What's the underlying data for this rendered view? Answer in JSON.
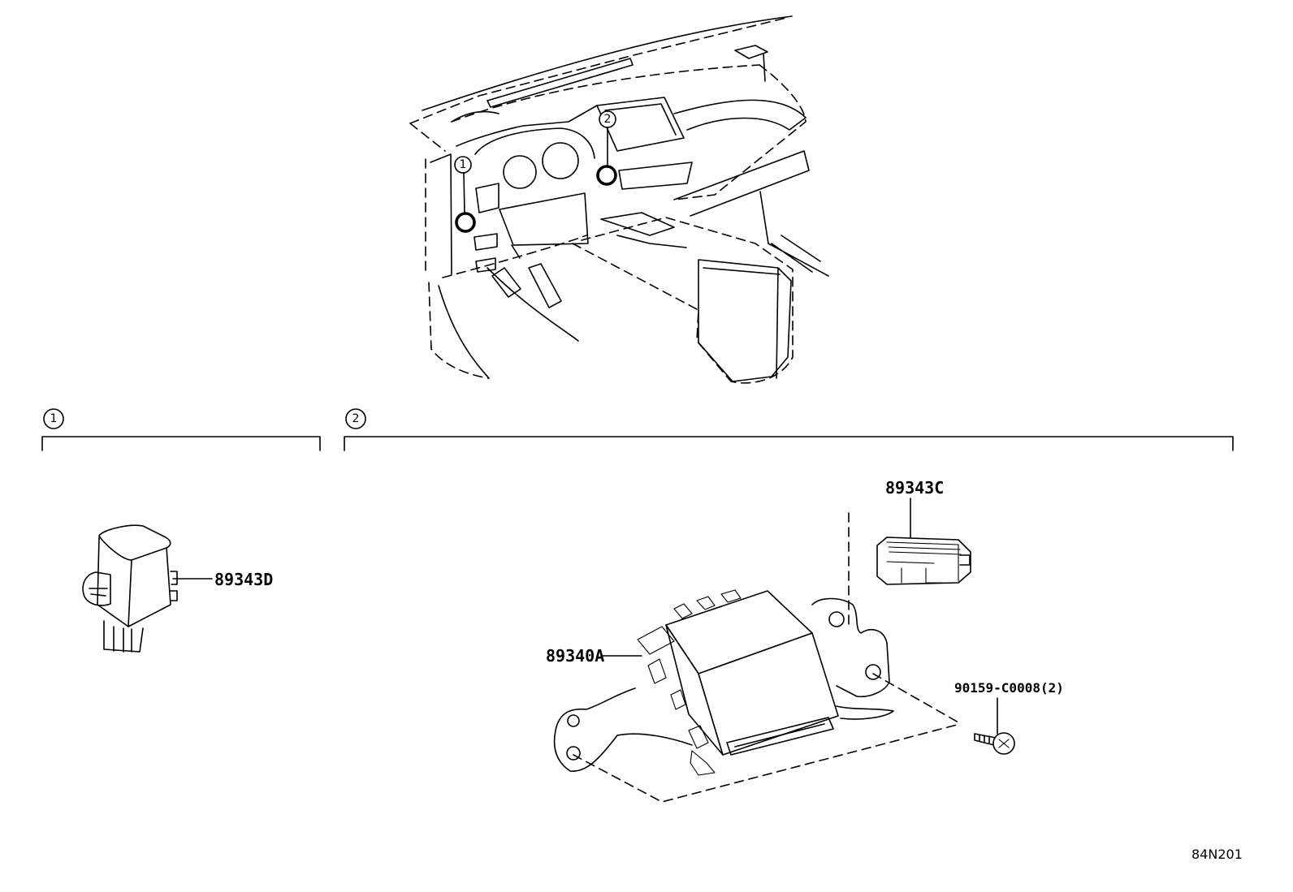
{
  "overview": {
    "callouts": [
      {
        "number": "1"
      },
      {
        "number": "2"
      }
    ]
  },
  "sections": [
    {
      "number": "1",
      "parts": [
        {
          "part_number": "89343D"
        }
      ]
    },
    {
      "number": "2",
      "parts": [
        {
          "part_number": "89343C"
        },
        {
          "part_number": "89340A"
        },
        {
          "part_number": "90159-C0008(2)"
        }
      ]
    }
  ],
  "diagram_id": "84N201",
  "colors": {
    "line": "#000000",
    "background": "#ffffff"
  }
}
